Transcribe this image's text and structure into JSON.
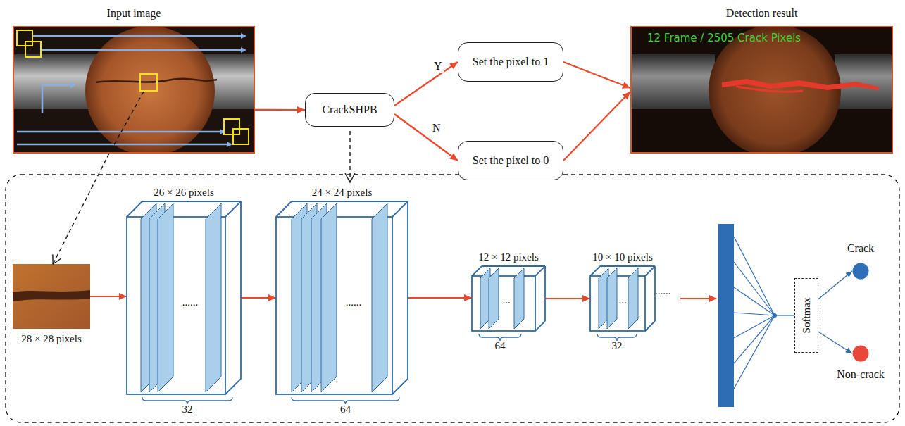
{
  "diagram": {
    "nodes": [
      {
        "text": [
          "Input image"
        ]
      },
      {
        "text": [
          "CrackSHPB"
        ]
      },
      {
        "text": [
          "Set the pixel to 1"
        ]
      },
      {
        "text": [
          "Set the pixel to 0"
        ]
      },
      {
        "text": [
          "Detection result",
          "12 Frame / 2505 Crack Pixels"
        ]
      },
      {
        "text": [
          "28 × 28 pixels"
        ]
      },
      {
        "text": [
          "26 × 26 pixels",
          "......",
          "32"
        ]
      },
      {
        "text": [
          "24 × 24 pixels",
          "......",
          "64"
        ]
      },
      {
        "text": [
          "12 × 12 pixels",
          "...",
          "64"
        ]
      },
      {
        "text": [
          "10 × 10 pixels",
          "...",
          "32"
        ]
      },
      {
        "text": [
          "Softmax"
        ]
      },
      {
        "text": [
          "Crack"
        ]
      },
      {
        "text": [
          "Non-crack"
        ]
      }
    ],
    "edges": [
      {
        "from": 0,
        "to": 1,
        "arrow": "to"
      },
      {
        "from": 1,
        "to": 2,
        "label": "Y",
        "arrow": "to"
      },
      {
        "from": 1,
        "to": 3,
        "label": "N",
        "arrow": "to"
      },
      {
        "from": 2,
        "to": 4,
        "arrow": "to"
      },
      {
        "from": 3,
        "to": 4,
        "arrow": "to"
      },
      {
        "from": 0,
        "to": 5,
        "arrow": "to"
      },
      {
        "from": 5,
        "to": 6,
        "arrow": "to"
      },
      {
        "from": 6,
        "to": 7,
        "arrow": "to"
      },
      {
        "from": 7,
        "to": 8,
        "arrow": "to"
      },
      {
        "from": 8,
        "to": 9,
        "arrow": "to"
      },
      {
        "from": 10,
        "to": 11,
        "arrow": "to"
      },
      {
        "from": 10,
        "to": 12,
        "arrow": "to"
      }
    ],
    "labels": [
      "......"
    ]
  }
}
